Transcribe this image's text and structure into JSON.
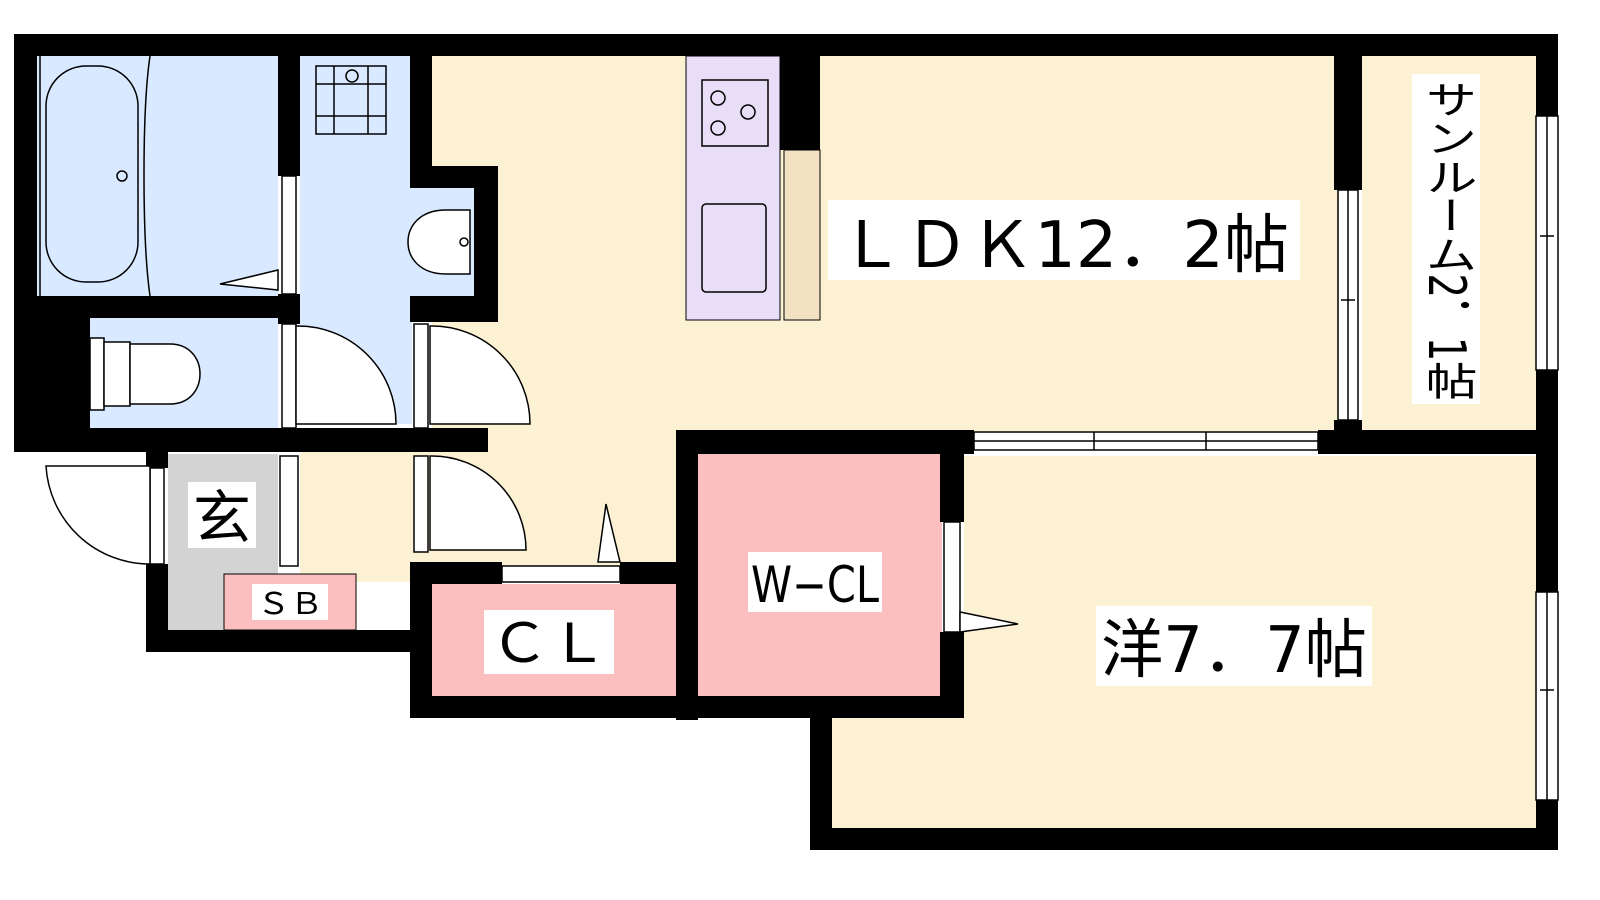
{
  "rooms": {
    "ldk": "ＬＤＫ12．2帖",
    "sunroom": "サンルーム2．1帖",
    "western": "洋7．7帖",
    "wcl": "W−CL",
    "cl": "ＣＬ",
    "genkan": "玄",
    "sb": "ＳＢ"
  },
  "colors": {
    "wall": "#000000",
    "floor": "#fdf1d3",
    "wet_area": "#d9e9ff",
    "closet": "#fbbfbf",
    "kitchen": "#e8def7",
    "counter": "#f2e2c2",
    "entrance": "#d3d3d3",
    "fixture": "#000000"
  },
  "icons": [
    "bathtub-icon",
    "washing-machine-icon",
    "washbasin-icon",
    "toilet-icon",
    "stove-icon",
    "sink-icon",
    "door-swing-icon",
    "window-icon"
  ]
}
